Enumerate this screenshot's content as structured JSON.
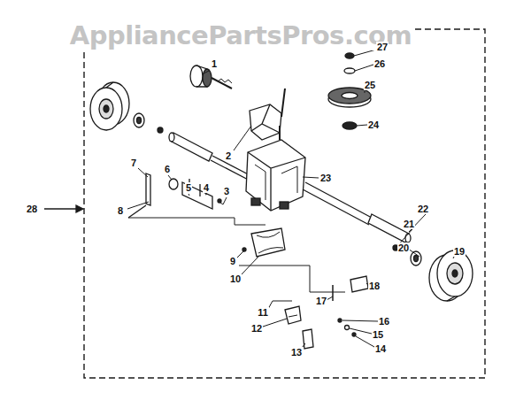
{
  "diagram": {
    "labels": [
      "AppliancePartsPros.com",
      "1",
      "2",
      "3",
      "4",
      "5",
      "6",
      "7",
      "8",
      "9",
      "10",
      "11",
      "12",
      "13",
      "14",
      "15",
      "16",
      "17",
      "18",
      "19",
      "20",
      "21",
      "22",
      "23",
      "24",
      "25",
      "26",
      "27",
      "28"
    ]
  }
}
